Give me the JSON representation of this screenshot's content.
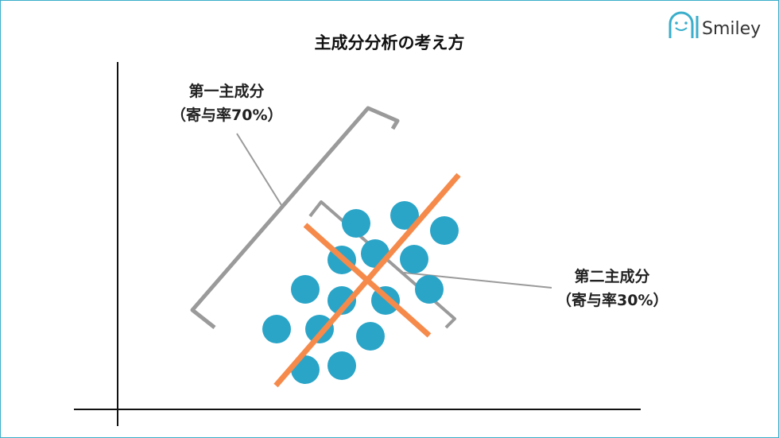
{
  "title": "主成分分析の考え方",
  "logo": {
    "text": "Smiley",
    "mark": "AI"
  },
  "pc1": {
    "name": "第一主成分",
    "ratio": "（寄与率70%）"
  },
  "pc2": {
    "name": "第二主成分",
    "ratio": "（寄与率30%）"
  },
  "colors": {
    "points": "#2aa5c8",
    "axes": "#f58a4b",
    "bracket": "#9a9a9a",
    "border": "#3aaecb"
  }
}
